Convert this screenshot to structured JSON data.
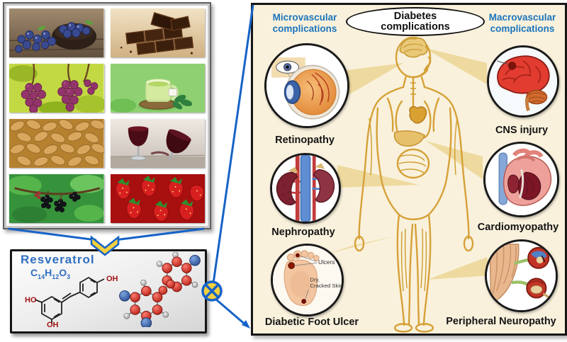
{
  "sources_panel": {
    "photos": [
      {
        "name": "blueberries"
      },
      {
        "name": "dark-chocolate"
      },
      {
        "name": "red-grapes"
      },
      {
        "name": "green-tea"
      },
      {
        "name": "peanuts"
      },
      {
        "name": "red-wine"
      },
      {
        "name": "mulberries"
      },
      {
        "name": "strawberries"
      }
    ]
  },
  "compound_panel": {
    "name": "Resveratrol",
    "formula": {
      "el1": "C",
      "sub1": "14",
      "el2": "H",
      "sub2": "12",
      "el3": "O",
      "sub3": "3"
    },
    "structure_labels": {
      "ho_left": "HO",
      "oh_top": "OH",
      "oh_bottom": "OH"
    }
  },
  "connectors": {
    "arrow_icon": "chevron-down",
    "inhibition_icon": "crossed-circle"
  },
  "complications_panel": {
    "title_line1": "Diabetes",
    "title_line2": "complications",
    "micro_heading": "Microvascular complications",
    "macro_heading": "Macrovascular complications",
    "center_icon": "human-anatomy-figure",
    "micro_items": [
      {
        "label": "Retinopathy",
        "icon": "eye-cross-section-icon"
      },
      {
        "label": "Nephropathy",
        "icon": "kidneys-icon"
      },
      {
        "label": "Diabetic Foot Ulcer",
        "icon": "foot-ulcer-icon"
      }
    ],
    "macro_items": [
      {
        "label": "CNS injury",
        "icon": "brain-icon"
      },
      {
        "label": "Cardiomyopathy",
        "icon": "heart-cross-section-icon"
      },
      {
        "label": "Peripheral Neuropathy",
        "icon": "hand-nerve-icon"
      }
    ],
    "foot_annotations": {
      "ulcers": "Ulcers",
      "dry_line1": "Dry,",
      "dry_line2": "Cracked Skin"
    }
  },
  "colors": {
    "heading_blue": "#1b75bc",
    "connector_blue": "#1663c7",
    "symbol_yellow": "#f3d03e",
    "panel_cream": "#f9f1dc",
    "body_gold": "#d6a138"
  }
}
